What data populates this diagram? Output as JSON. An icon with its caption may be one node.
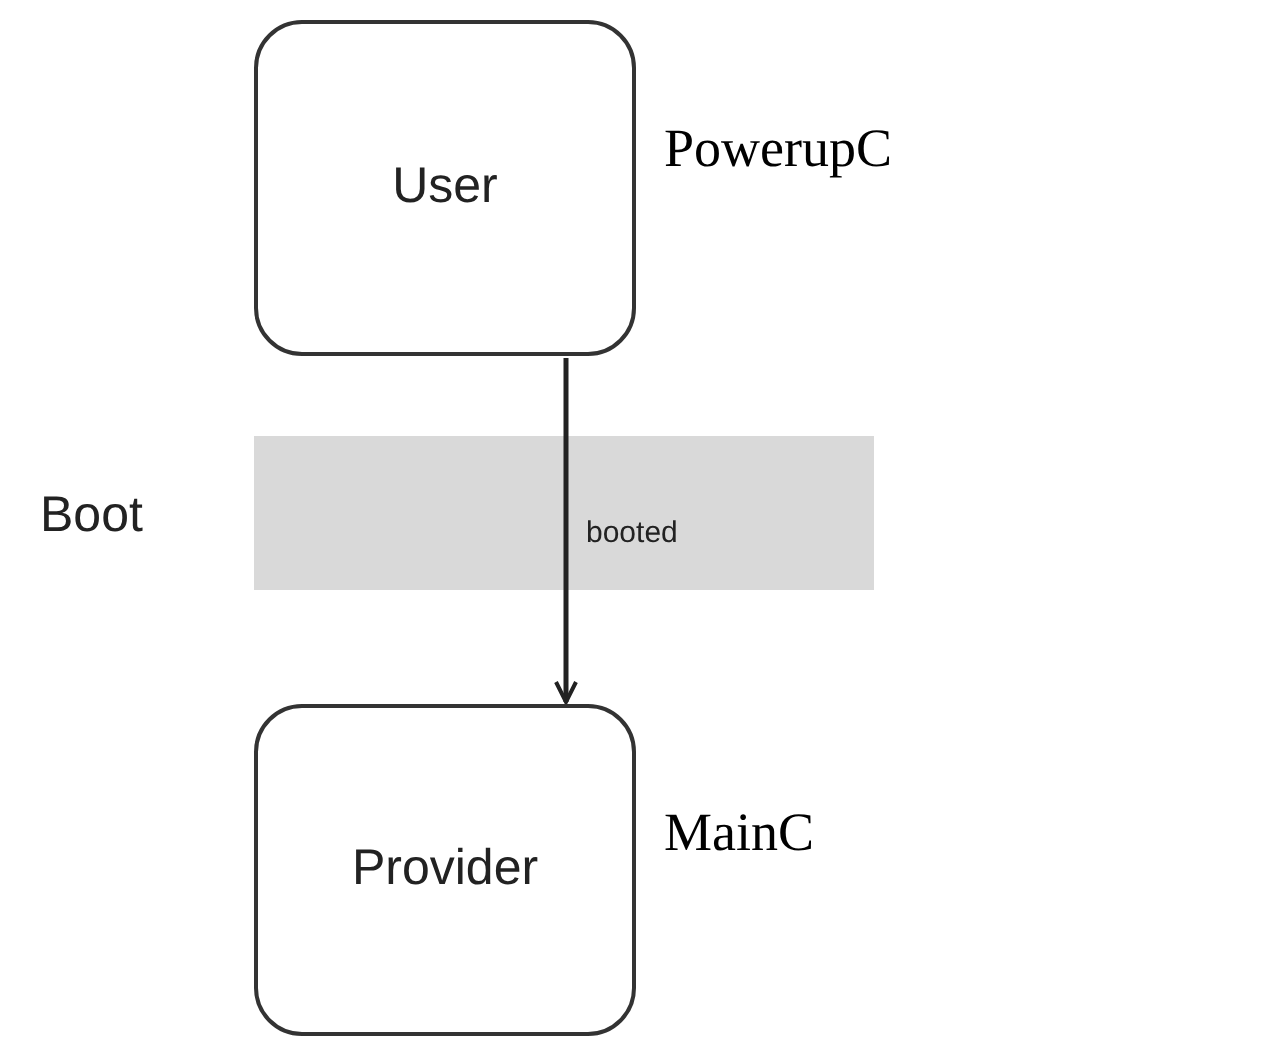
{
  "diagram": {
    "nodes": [
      {
        "text": [
          "User"
        ],
        "beside": [
          "PowerupC"
        ]
      },
      {
        "text": [
          "Provider"
        ],
        "beside": [
          "MainC"
        ]
      }
    ],
    "edges": [
      {
        "from": 0,
        "to": 1,
        "arrow": "to",
        "label": "booted"
      }
    ],
    "labels": [
      "Boot"
    ]
  }
}
